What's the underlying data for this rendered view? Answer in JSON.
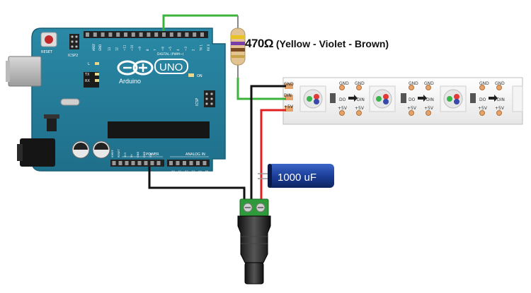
{
  "arduino": {
    "brand": "Arduino",
    "model": "UNO",
    "reset_label": "RESET",
    "icsp2_label": "ICSP2",
    "icsp_label": "ICSP",
    "l_label": "L",
    "tx_label": "TX",
    "rx_label": "RX",
    "on_label": "ON",
    "aref_label": "AREF",
    "gnd_label": "GND",
    "digital_label": "DIGITAL (PWM~)",
    "power_label": "POWER",
    "analog_label": "ANALOG IN",
    "ioref_label": "IOREF",
    "reset_pin_label": "RESET",
    "v33_label": "3V3",
    "v5_label": "5V",
    "vin_label": "VIN",
    "analog_pins": [
      "A0",
      "A1",
      "A2",
      "A3",
      "A4",
      "A5"
    ],
    "digital_pins": [
      "13",
      "12",
      "~11",
      "~10",
      "~9",
      "8",
      "7",
      "~6",
      "~5",
      "4",
      "~3",
      "2",
      "TX 1",
      "RX 0"
    ]
  },
  "resistor": {
    "value": "470Ω",
    "bands": "(Yellow - Violet - Brown)",
    "band_colors": [
      "#e8c320",
      "#7a3ea8",
      "#7a4a22"
    ]
  },
  "capacitor": {
    "value": "1000 uF",
    "body_color": "#1c3f9a"
  },
  "led_strip": {
    "input_labels": [
      "GND",
      "DIN",
      "+5V"
    ],
    "pad_top": [
      "GND",
      "GND"
    ],
    "pad_mid": [
      "DO",
      "DIN"
    ],
    "pad_bottom": [
      "+5V",
      "+5V"
    ]
  },
  "wires": {
    "data_color": "#3cb43c",
    "gnd_color": "#111111",
    "power_color": "#e02020"
  }
}
